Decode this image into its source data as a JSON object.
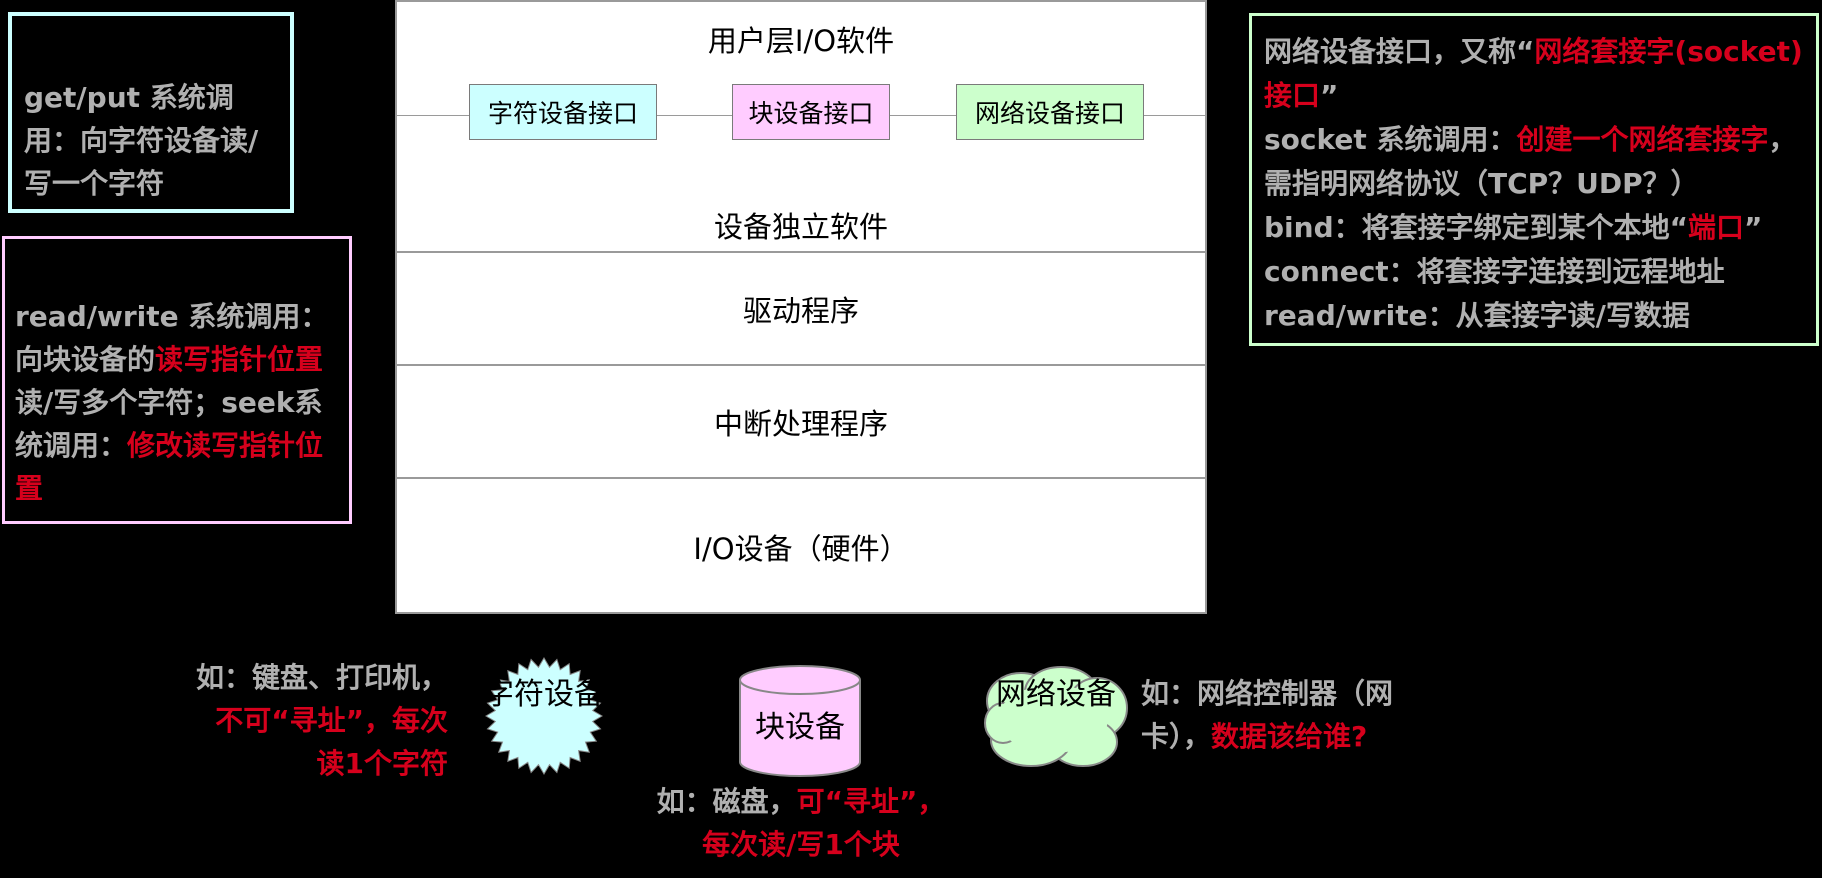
{
  "top_left_note": {
    "text": "get/put 系统调用：向字符设备读/写一个字符"
  },
  "left_note": {
    "part1": "read/write 系统调用：向块设备的",
    "part2_red": "读写指针位置",
    "part3": "读/写多个字符；seek系统调用：",
    "part4_red": "修改读写指针位置"
  },
  "right_note": {
    "l1a": "网络设备接口，又称“",
    "l1b_red": "网络套接字(socket)接口",
    "l1c": "”",
    "l2a": "socket 系统调用：",
    "l2b_red": "创建一个网络套接字",
    "l2c": "，需指明网络协议（TCP？UDP？）",
    "l3a": "bind：将套接字绑定到某个本地“",
    "l3b_red": "端口",
    "l3c": "”",
    "l4": "connect：将套接字连接到远程地址",
    "l5": "read/write：从套接字读/写数据"
  },
  "stack": {
    "user_layer": "用户层I/O软件",
    "interfaces": [
      "字符设备接口",
      "块设备接口",
      "网络设备接口"
    ],
    "device_independent": "设备独立软件",
    "driver": "驱动程序",
    "interrupt": "中断处理程序",
    "hardware": "I/O设备（硬件）"
  },
  "devices": {
    "char_label": "字符设备",
    "block_label": "块设备",
    "net_label": "网络设备"
  },
  "char_note": {
    "a": "如：键盘、打印机，",
    "b_red": "不可“寻址”，每次读1个字符"
  },
  "block_note": {
    "a": "如：磁盘，",
    "b_red": "可“寻址”，每次读/写1个块"
  },
  "net_note": {
    "a": "如：网络控制器（网卡），",
    "b_red": "数据该给谁?"
  },
  "colors": {
    "char_iface": "#ccffff",
    "block_iface": "#ffccff",
    "net_iface": "#ccffcc",
    "note_red": "#d6001c",
    "note_gray": "#b0b0b0"
  }
}
